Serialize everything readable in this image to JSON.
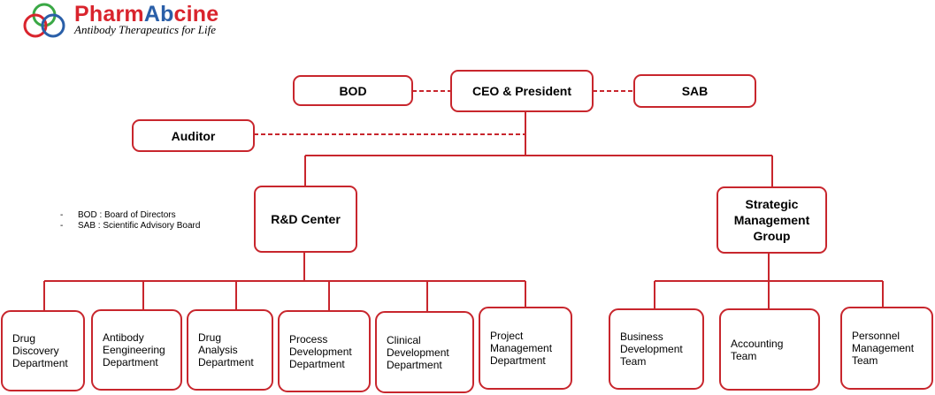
{
  "logo": {
    "name_part1": "Pharm",
    "name_part2": "Ab",
    "name_part3": "cine",
    "tagline": "Antibody Therapeutics for Life"
  },
  "top": {
    "bod": "BOD",
    "ceo": "CEO & President",
    "sab": "SAB",
    "auditor": "Auditor"
  },
  "centers": {
    "rd": "R&D Center",
    "smg": "Strategic\nManagement\nGroup"
  },
  "legend": {
    "bod": "BOD : Board of Directors",
    "sab": "SAB : Scientific Advisory Board"
  },
  "rd_departments": [
    "Drug\nDiscovery\nDepartment",
    "Antibody\nEengineering\nDepartment",
    "Drug\nAnalysis\nDepartment",
    "Process\nDevelopment\nDepartment",
    "Clinical\nDevelopment\nDepartment",
    "Project\nManagement\nDepartment"
  ],
  "smg_teams": [
    "Business\nDevelopment\nTeam",
    "Accounting\nTeam",
    "Personnel\nManagement\nTeam"
  ],
  "colors": {
    "line": "#c8262d",
    "logo_red": "#d9242d",
    "logo_blue": "#2a5fa8",
    "logo_green": "#3aa845"
  }
}
